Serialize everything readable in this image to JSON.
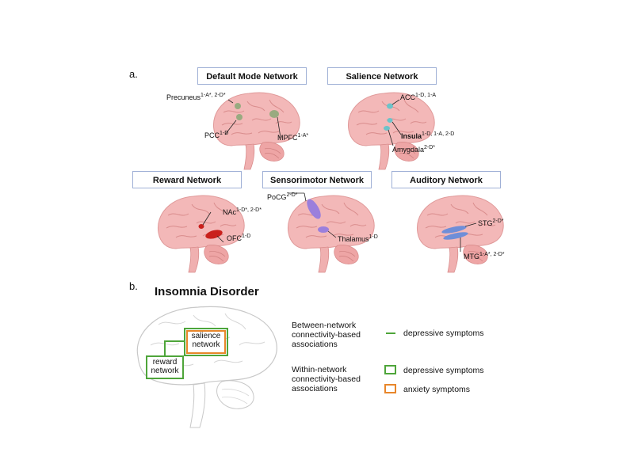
{
  "panel_a_label": "a.",
  "panel_b_label": "b.",
  "networks": {
    "dmn": {
      "title": "Default Mode Network",
      "precuneus": {
        "name": "Precuneus",
        "sup": "1-A*, 2-D*"
      },
      "pcc": {
        "name": "PCC",
        "sup": "1-D"
      },
      "mpfc": {
        "name": "MPFC",
        "sup": "1-A*"
      },
      "color": "#8fa97a"
    },
    "salience": {
      "title": "Salience Network",
      "acc": {
        "name": "ACC",
        "sup": "1-D, 1-A"
      },
      "insula": {
        "name": "Insula",
        "sup": "1-D, 1-A, 2-D"
      },
      "amygdala": {
        "name": "Amygdala",
        "sup": "2-D*"
      },
      "color": "#6cc3c9"
    },
    "reward": {
      "title": "Reward Network",
      "nac": {
        "name": "NAc",
        "sup": "1-D*, 2-D*"
      },
      "ofc": {
        "name": "OFC",
        "sup": "1-D"
      },
      "color": "#c9201c"
    },
    "sensorimotor": {
      "title": "Sensorimotor Network",
      "pocg": {
        "name": "PoCG",
        "sup": "2-D*"
      },
      "thalamus": {
        "name": "Thalamus",
        "sup": "1-D"
      },
      "color": "#9b7fdc"
    },
    "auditory": {
      "title": "Auditory Network",
      "stg": {
        "name": "STG",
        "sup": "2-D*"
      },
      "mtg": {
        "name": "MTG",
        "sup": "1-A*, 2-D*"
      },
      "color": "#6f8ed8"
    }
  },
  "insomnia": {
    "title": "Insomnia Disorder",
    "salience_label_1": "salience",
    "salience_label_2": "network",
    "reward_label_1": "reward",
    "reward_label_2": "network"
  },
  "legend": {
    "between_1": "Between-network",
    "between_2": "connectivity-based",
    "between_3": "associations",
    "within_1": "Within-network",
    "within_2": "connectivity-based",
    "within_3": "associations",
    "between_item": "depressive symptoms",
    "within_item_1": "depressive symptoms",
    "within_item_2": "anxiety symptoms",
    "green": "#4ea53a",
    "orange": "#e8862a"
  }
}
